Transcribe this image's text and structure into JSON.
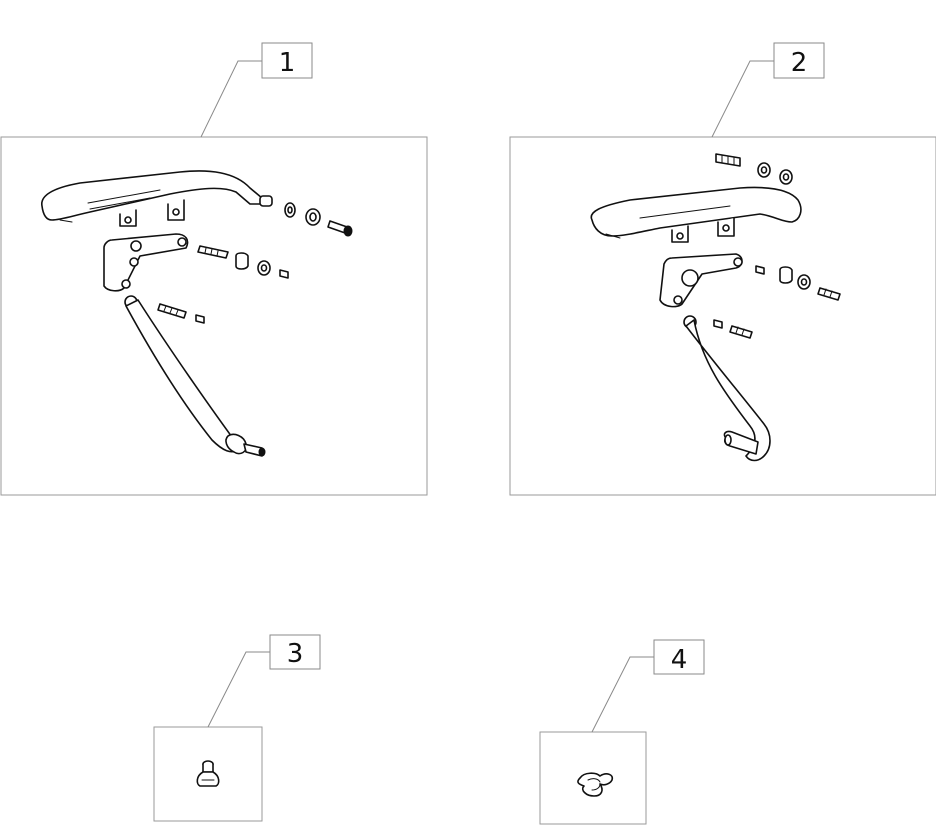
{
  "callouts": [
    {
      "id": "1"
    },
    {
      "id": "2"
    },
    {
      "id": "3"
    },
    {
      "id": "4"
    }
  ],
  "icons": [
    "armrest-assembly-left-icon",
    "armrest-assembly-right-icon",
    "armrest-cap-icon",
    "tube-clip-icon"
  ]
}
